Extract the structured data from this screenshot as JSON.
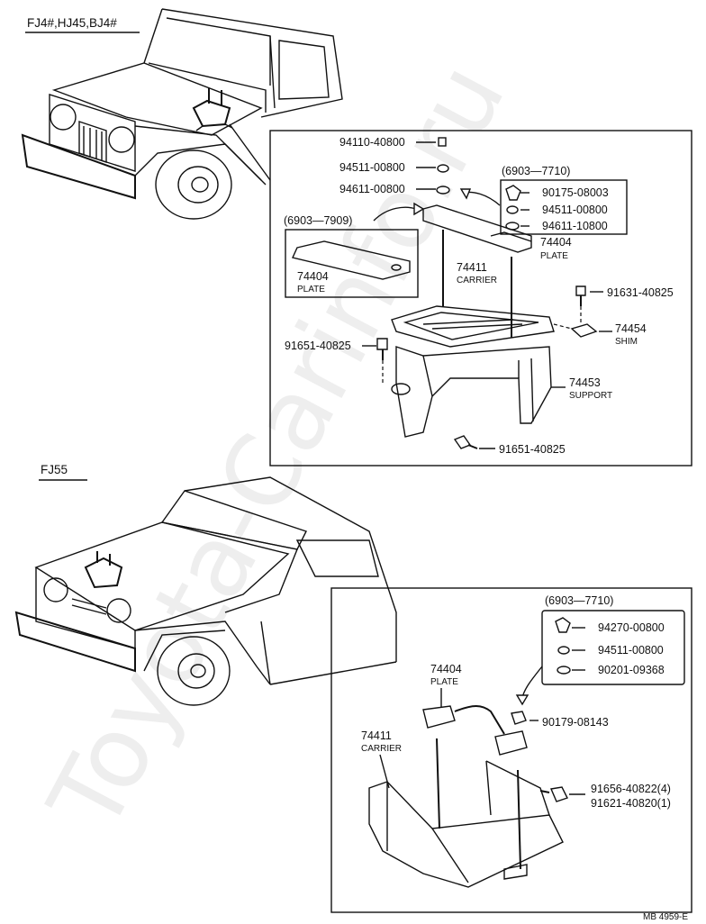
{
  "top": {
    "model_header": "FJ4#,HJ45,BJ4#",
    "inset_range": "(6903—7710)",
    "plate_box_range": "(6903—7909)",
    "plate_box_part": "74404",
    "plate_box_name": "PLATE",
    "parts": {
      "p94110": "94110-40800",
      "p94511": "94511-00800",
      "p94611": "94611-00800",
      "p90175": "90175-08003",
      "p94511b": "94511-00800",
      "p94611b": "94611-10800",
      "p74404": "74404",
      "p74404_name": "PLATE",
      "p74411": "74411",
      "p74411_name": "CARRIER",
      "p91631": "91631-40825",
      "p74454": "74454",
      "p74454_name": "SHIM",
      "p91651a": "91651-40825",
      "p74453": "74453",
      "p74453_name": "SUPPORT",
      "p91651b": "91651-40825"
    }
  },
  "bottom": {
    "model_header": "FJ55",
    "inset_range": "(6903—7710)",
    "parts": {
      "p94270": "94270-00800",
      "p94511": "94511-00800",
      "p90201": "90201-09368",
      "p74404": "74404",
      "p74404_name": "PLATE",
      "p90179": "90179-08143",
      "p74411": "74411",
      "p74411_name": "CARRIER",
      "p91656": "91656-40822(4)",
      "p91621": "91621-40820(1)"
    }
  },
  "footer_code": "MB 4959-E",
  "watermark": "Toyota-Carinfo.ru"
}
